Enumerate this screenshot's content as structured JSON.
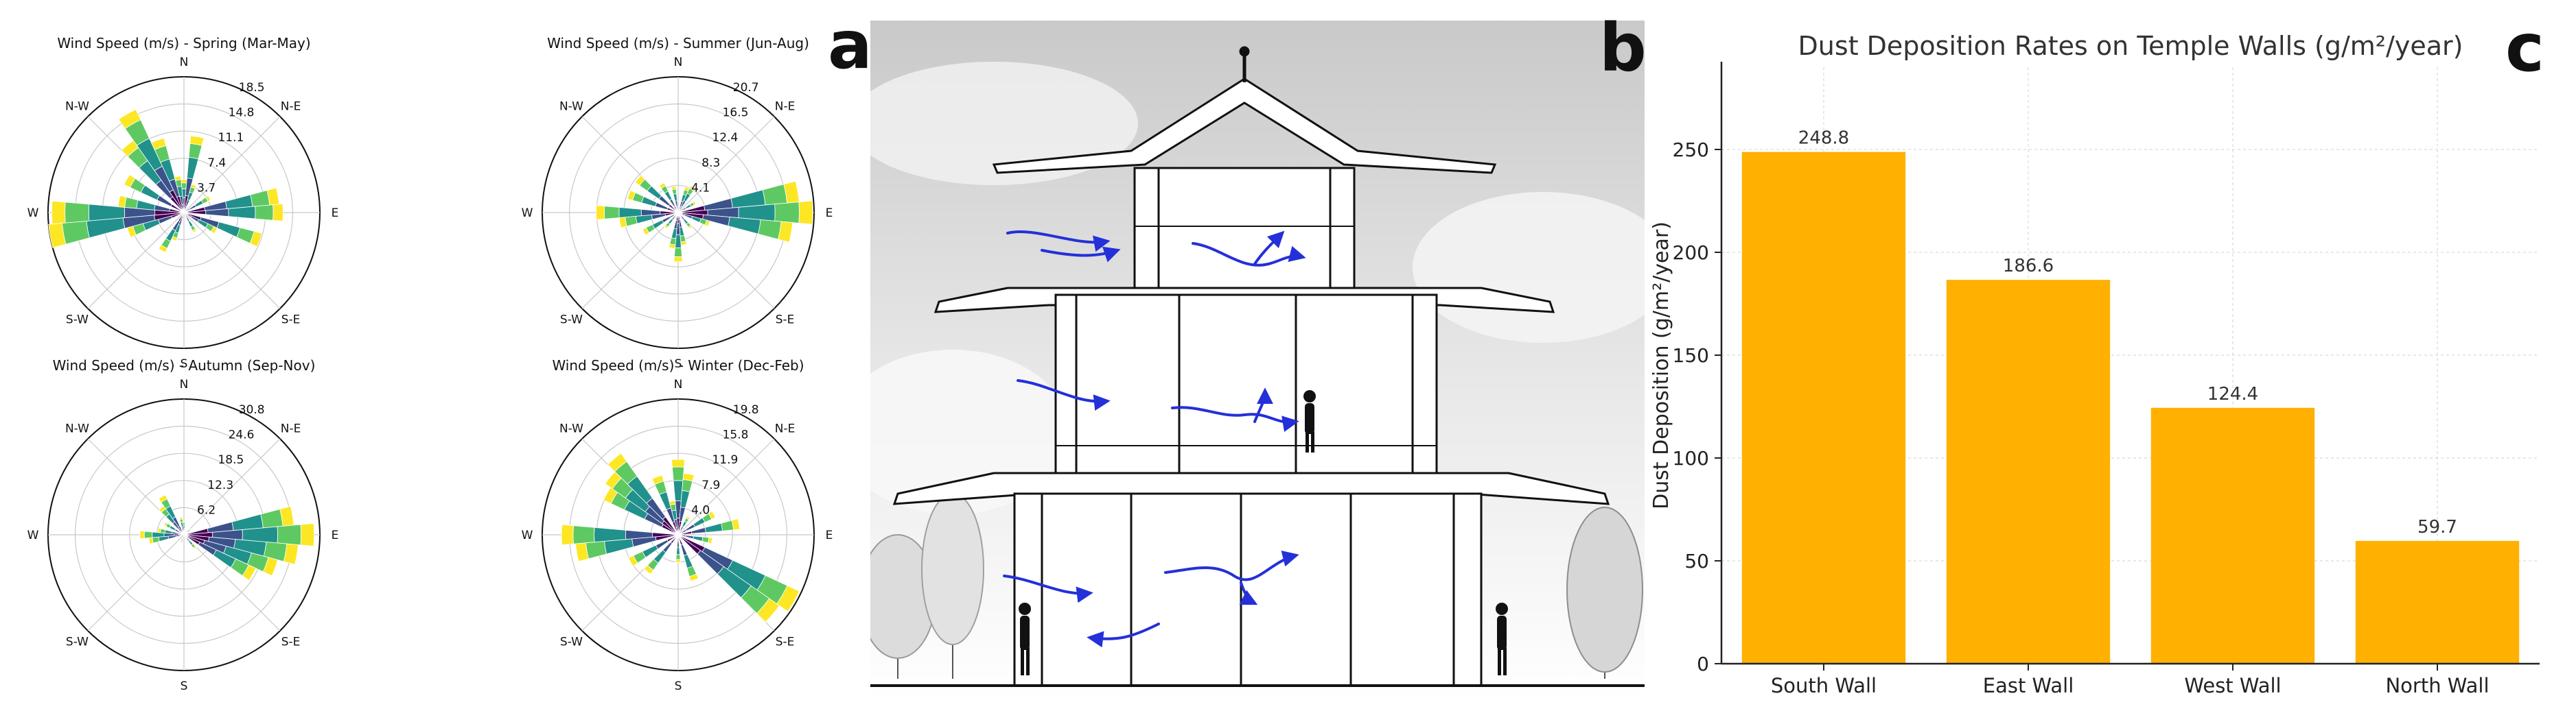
{
  "panel_labels": {
    "a": "a",
    "b": "b",
    "c": "c"
  },
  "chart_data": [
    {
      "type": "wind-rose",
      "title": "Wind Speed (m/s) - Spring (Mar-May)",
      "directions": [
        "N",
        "N-E",
        "E",
        "S-E",
        "S",
        "S-W",
        "W",
        "N-W"
      ],
      "rings": [
        "3.7",
        "7.4",
        "11.1",
        "14.8",
        "18.5"
      ],
      "rmax": 18.5,
      "bins": 36,
      "petals": [
        {
          "dir": 0,
          "value": 4.5
        },
        {
          "dir": 10,
          "value": 10.5
        },
        {
          "dir": 20,
          "value": 4
        },
        {
          "dir": 60,
          "value": 4
        },
        {
          "dir": 80,
          "value": 13
        },
        {
          "dir": 90,
          "value": 13.5
        },
        {
          "dir": 110,
          "value": 11
        },
        {
          "dir": 120,
          "value": 5
        },
        {
          "dir": 150,
          "value": 3
        },
        {
          "dir": 200,
          "value": 4
        },
        {
          "dir": 210,
          "value": 6
        },
        {
          "dir": 250,
          "value": 8
        },
        {
          "dir": 260,
          "value": 18.5
        },
        {
          "dir": 270,
          "value": 18
        },
        {
          "dir": 280,
          "value": 9
        },
        {
          "dir": 300,
          "value": 9
        },
        {
          "dir": 320,
          "value": 12
        },
        {
          "dir": 330,
          "value": 15.5
        },
        {
          "dir": 340,
          "value": 10.5
        },
        {
          "dir": 350,
          "value": 5
        }
      ]
    },
    {
      "type": "wind-rose",
      "title": "Wind Speed (m/s) - Summer (Jun-Aug)",
      "directions": [
        "N",
        "N-E",
        "E",
        "S-E",
        "S",
        "S-W",
        "W",
        "N-W"
      ],
      "rings": [
        "4.1",
        "8.3",
        "12.4",
        "16.5",
        "20.7"
      ],
      "rmax": 20.7,
      "bins": 36,
      "petals": [
        {
          "dir": 20,
          "value": 4
        },
        {
          "dir": 30,
          "value": 4.5
        },
        {
          "dir": 60,
          "value": 3
        },
        {
          "dir": 80,
          "value": 18.5
        },
        {
          "dir": 90,
          "value": 20.5
        },
        {
          "dir": 100,
          "value": 17.5
        },
        {
          "dir": 110,
          "value": 5
        },
        {
          "dir": 140,
          "value": 3
        },
        {
          "dir": 170,
          "value": 5
        },
        {
          "dir": 180,
          "value": 7.5
        },
        {
          "dir": 190,
          "value": 5.5
        },
        {
          "dir": 220,
          "value": 3
        },
        {
          "dir": 240,
          "value": 6
        },
        {
          "dir": 260,
          "value": 9
        },
        {
          "dir": 270,
          "value": 12.5
        },
        {
          "dir": 290,
          "value": 8
        },
        {
          "dir": 310,
          "value": 8
        },
        {
          "dir": 330,
          "value": 5
        },
        {
          "dir": 350,
          "value": 4
        }
      ]
    },
    {
      "type": "wind-rose",
      "title": "Wind Speed (m/s) - Autumn (Sep-Nov)",
      "directions": [
        "N",
        "N-E",
        "E",
        "S-E",
        "S",
        "S-W",
        "W",
        "N-W"
      ],
      "rings": [
        "6.2",
        "12.3",
        "18.5",
        "24.6",
        "30.8"
      ],
      "rmax": 30.8,
      "bins": 36,
      "petals": [
        {
          "dir": 0,
          "value": 3
        },
        {
          "dir": 50,
          "value": 2
        },
        {
          "dir": 80,
          "value": 25
        },
        {
          "dir": 90,
          "value": 29.5
        },
        {
          "dir": 100,
          "value": 26
        },
        {
          "dir": 110,
          "value": 22
        },
        {
          "dir": 120,
          "value": 18
        },
        {
          "dir": 140,
          "value": 4
        },
        {
          "dir": 200,
          "value": 2
        },
        {
          "dir": 260,
          "value": 8
        },
        {
          "dir": 270,
          "value": 10
        },
        {
          "dir": 280,
          "value": 6
        },
        {
          "dir": 300,
          "value": 5
        },
        {
          "dir": 320,
          "value": 8
        },
        {
          "dir": 330,
          "value": 10
        },
        {
          "dir": 350,
          "value": 4
        }
      ]
    },
    {
      "type": "wind-rose",
      "title": "Wind Speed (m/s) - Winter (Dec-Feb)",
      "directions": [
        "N",
        "N-E",
        "E",
        "S-E",
        "S",
        "S-W",
        "W",
        "N-W"
      ],
      "rings": [
        "4.0",
        "7.9",
        "11.9",
        "15.8",
        "19.8"
      ],
      "rmax": 19.8,
      "bins": 36,
      "petals": [
        {
          "dir": 0,
          "value": 11
        },
        {
          "dir": 10,
          "value": 9
        },
        {
          "dir": 30,
          "value": 3
        },
        {
          "dir": 60,
          "value": 6
        },
        {
          "dir": 80,
          "value": 9
        },
        {
          "dir": 100,
          "value": 5
        },
        {
          "dir": 120,
          "value": 19.5
        },
        {
          "dir": 130,
          "value": 18
        },
        {
          "dir": 160,
          "value": 7
        },
        {
          "dir": 180,
          "value": 4
        },
        {
          "dir": 220,
          "value": 7
        },
        {
          "dir": 240,
          "value": 8
        },
        {
          "dir": 260,
          "value": 15
        },
        {
          "dir": 270,
          "value": 17
        },
        {
          "dir": 300,
          "value": 12
        },
        {
          "dir": 310,
          "value": 13
        },
        {
          "dir": 320,
          "value": 14.5
        },
        {
          "dir": 340,
          "value": 9
        },
        {
          "dir": 350,
          "value": 5
        }
      ]
    },
    {
      "type": "bar",
      "title": "Dust Deposition Rates on Temple Walls (g/m²/year)",
      "categories": [
        "South Wall",
        "East Wall",
        "West Wall",
        "North Wall"
      ],
      "values": [
        248.8,
        186.6,
        124.4,
        59.7
      ],
      "value_labels": [
        "248.8",
        "186.6",
        "124.4",
        "59.7"
      ],
      "ylabel": "Dust Deposition (g/m²/year)",
      "xlabel": "",
      "yticks": [
        0,
        50,
        100,
        150,
        200,
        250
      ],
      "ylim": [
        0,
        290
      ],
      "color": "#ffb000",
      "grid": true
    }
  ]
}
